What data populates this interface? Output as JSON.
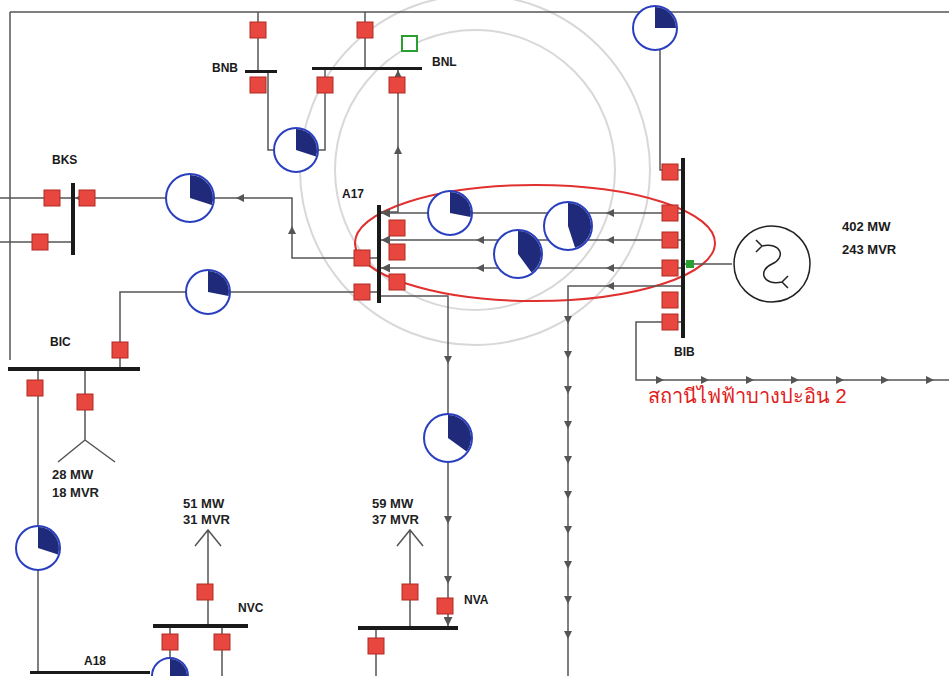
{
  "diagram": {
    "nodes": [
      {
        "text": [
          "BNB"
        ]
      },
      {
        "text": [
          "BNL"
        ]
      },
      {
        "text": [
          "BKS"
        ]
      },
      {
        "text": [
          "A17"
        ]
      },
      {
        "text": [
          "BIB"
        ]
      },
      {
        "text": [
          "402 MW",
          "243 MVR"
        ]
      },
      {
        "text": [
          "BIC"
        ]
      },
      {
        "text": [
          "NVC"
        ]
      },
      {
        "text": [
          "NVA"
        ]
      },
      {
        "text": [
          "A18"
        ]
      }
    ],
    "edges": [
      {
        "from": 3,
        "to": 1,
        "arrow": "to"
      },
      {
        "from": 4,
        "to": 3,
        "arrow": "to"
      },
      {
        "from": 4,
        "to": 3,
        "arrow": "to"
      },
      {
        "from": 4,
        "to": 3,
        "arrow": "to"
      },
      {
        "from": 3,
        "to": 2,
        "arrow": "to"
      },
      {
        "from": 6,
        "to": 3,
        "arrow": "none"
      },
      {
        "from": 3,
        "to": 8,
        "arrow": "to"
      },
      {
        "from": 4,
        "to": 5,
        "arrow": "none"
      },
      {
        "from": 0,
        "to": 1,
        "arrow": "none"
      },
      {
        "from": 6,
        "to": 9,
        "arrow": "none"
      }
    ],
    "labels": [
      "สถานีไฟฟ้าบางปะอิน 2",
      "28 MW",
      "18 MVR",
      "51 MW",
      "31 MVR",
      "59 MW",
      "37 MVR"
    ]
  }
}
